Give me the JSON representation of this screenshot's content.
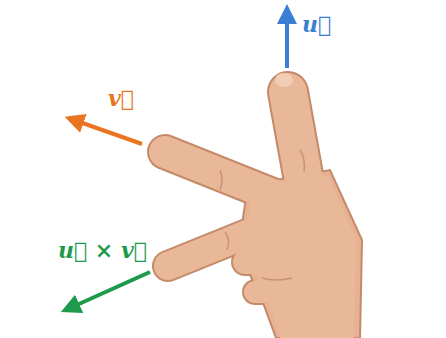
{
  "diagram": {
    "labels": [
      "u⃗",
      "v⃗",
      "u⃗ × v⃗"
    ]
  }
}
